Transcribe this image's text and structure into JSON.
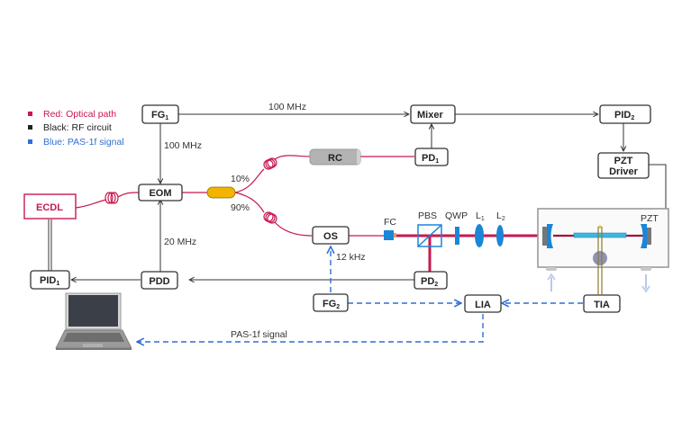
{
  "legend": {
    "items": [
      {
        "label": "Red: Optical path",
        "color": "#c8194f"
      },
      {
        "label": "Black: RF circuit",
        "color": "#222222"
      },
      {
        "label": "Blue: PAS-1f signal",
        "color": "#2f6fd6"
      }
    ]
  },
  "blocks": {
    "fg1": {
      "main": "FG",
      "sub": "1"
    },
    "mixer": {
      "main": "Mixer"
    },
    "pid2": {
      "main": "PID",
      "sub": "2"
    },
    "pzt_driver": {
      "line1": "PZT",
      "line2": "Driver"
    },
    "rc": {
      "main": "RC"
    },
    "pd1": {
      "main": "PD",
      "sub": "1"
    },
    "eom": {
      "main": "EOM"
    },
    "ecdl": {
      "main": "ECDL"
    },
    "os": {
      "main": "OS"
    },
    "pid1": {
      "main": "PID",
      "sub": "1"
    },
    "pdd": {
      "main": "PDD"
    },
    "pd2": {
      "main": "PD",
      "sub": "2"
    },
    "fg2": {
      "main": "FG",
      "sub": "2"
    },
    "lia": {
      "main": "LIA"
    },
    "tia": {
      "main": "TIA"
    }
  },
  "labels": {
    "freq_fg1_mixer": "100 MHz",
    "freq_fg1_eom": "100 MHz",
    "freq_pdd_eom": "20 MHz",
    "freq_fg2_os": "12 kHz",
    "split_10": "10%",
    "split_90": "90%",
    "fc": "FC",
    "pbs": "PBS",
    "qwp": "QWP",
    "l1": {
      "main": "L",
      "sub": "1"
    },
    "l2": {
      "main": "L",
      "sub": "2"
    },
    "pzt": "PZT",
    "pas_signal": "PAS-1f signal"
  },
  "colors": {
    "optical": "#c8194f",
    "rf": "#333333",
    "signal": "#2f6fd6",
    "coupler": "#f2b400",
    "optics_blue": "#1a86d8"
  }
}
